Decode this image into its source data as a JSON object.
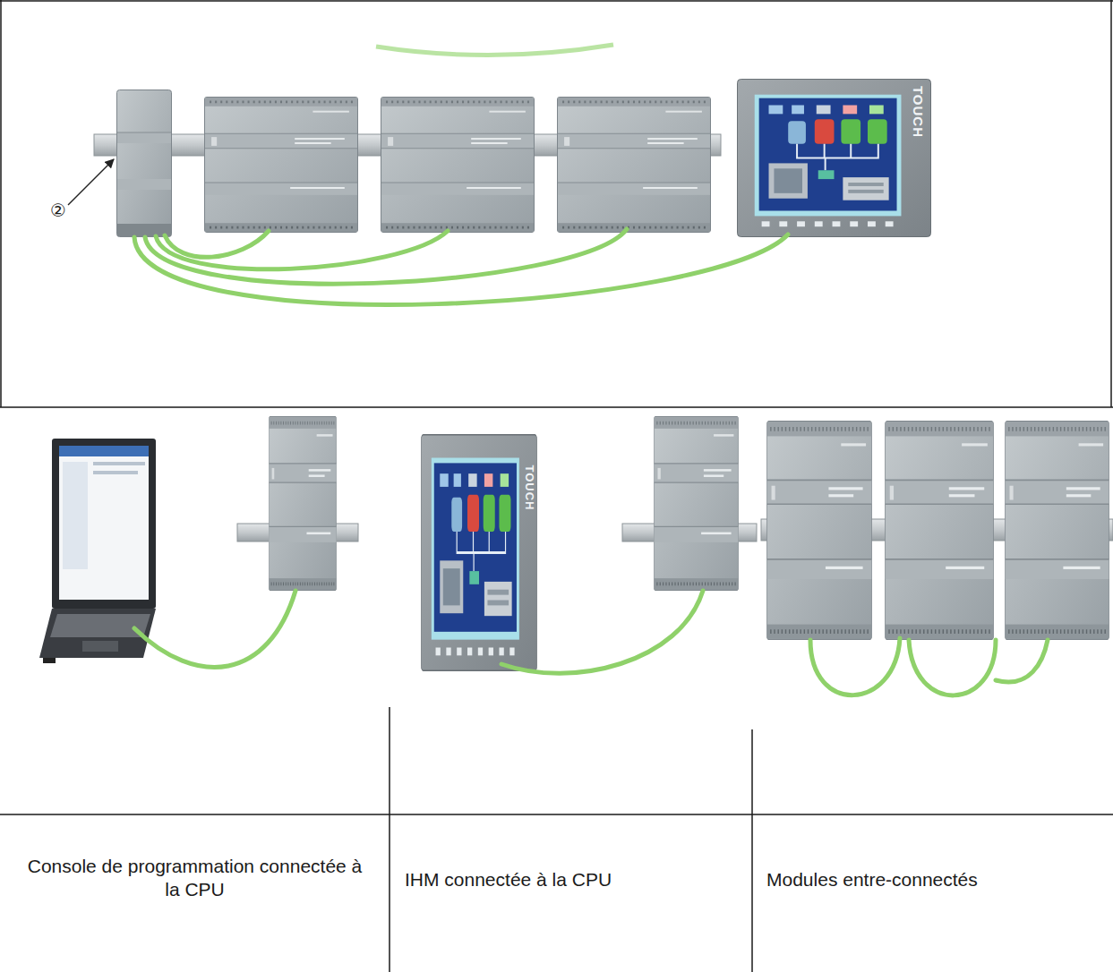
{
  "diagram": {
    "labels": [
      "②",
      "TOUCH",
      "TOUCH",
      "Console de programmation connectée à la CPU",
      "IHM connectée à la CPU",
      "Modules entre-connectés"
    ]
  }
}
